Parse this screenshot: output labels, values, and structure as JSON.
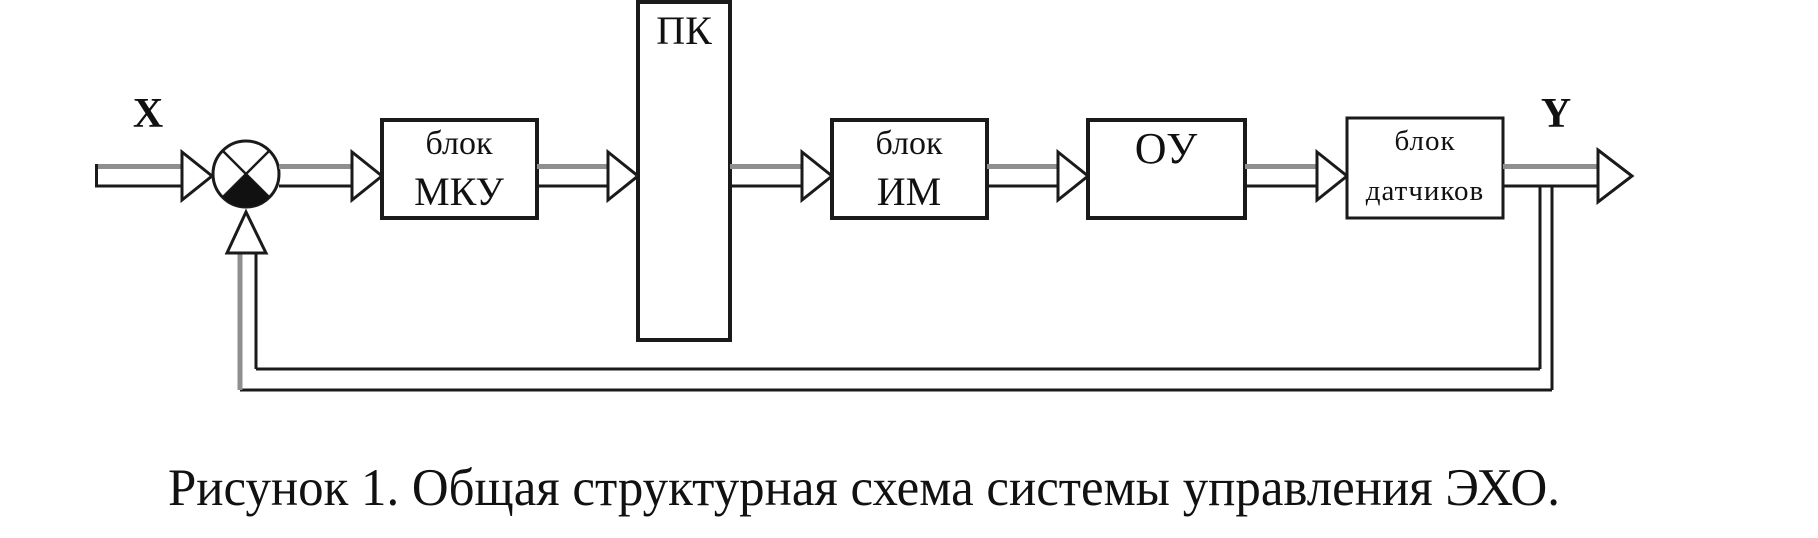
{
  "figure": {
    "colors": {
      "line": "#1a1a1a",
      "shaft_highlight": "#8f8f8f",
      "background": "#ffffff"
    },
    "input_label": "X",
    "output_label": "Y",
    "blocks": {
      "mku": {
        "line1": "блок",
        "line2": "МКУ"
      },
      "pk": {
        "label": "ПК"
      },
      "im": {
        "line1": "блок",
        "line2": "ИМ"
      },
      "ou": {
        "label": "ОУ"
      },
      "sensors": {
        "line1": "блок",
        "line2": "датчиков"
      }
    }
  },
  "caption": "Рисунок 1. Общая структурная схема системы управления ЭХО."
}
